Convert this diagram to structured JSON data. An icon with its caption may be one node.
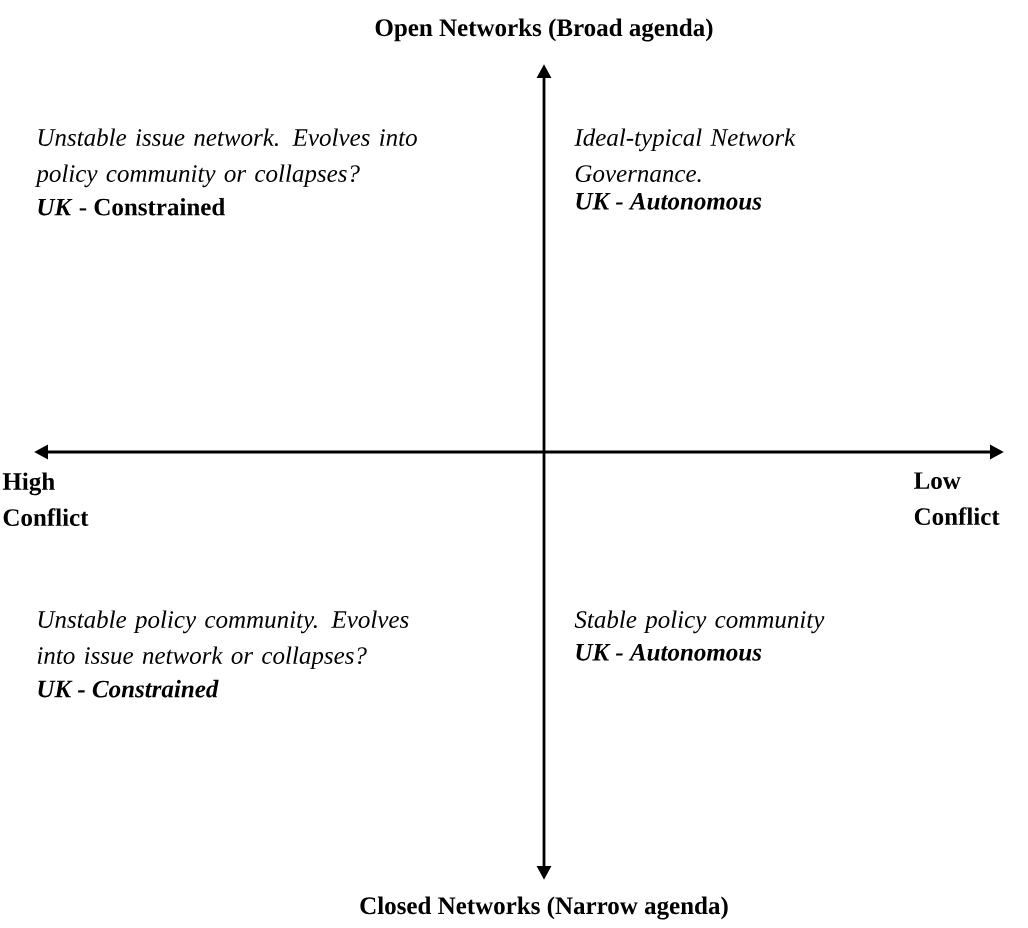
{
  "diagram": {
    "labels": [
      "Open Networks (Broad agenda)",
      "Unstable issue network. Evolves into policy community or collapses?",
      "*UK* - Constrained",
      "Ideal-typical Network Governance.",
      "UK - Autonomous",
      "High Conflict",
      "Low Conflict",
      "Unstable policy community. Evolves into issue network or collapses?",
      "UK - Constrained",
      "Stable policy community",
      "UK - Autonomous",
      "Closed Networks (Narrow agenda)"
    ]
  }
}
